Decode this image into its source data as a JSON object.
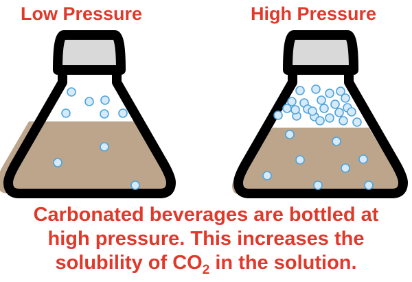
{
  "panels": [
    {
      "title": "Low Pressure"
    },
    {
      "title": "High Pressure"
    }
  ],
  "caption": {
    "line1": "Carbonated beverages are bottled at",
    "line2": "high pressure. This increases the",
    "line3_pre": "solubility of CO",
    "line3_sub": "2",
    "line3_post": " in the solution."
  },
  "colors": {
    "title_text": "#e0382a",
    "caption_text": "#e0382a",
    "liquid": "#bca58b",
    "cap": "#d9d9d9",
    "outline": "#000000",
    "bubble_fill": "#d6eaf9",
    "bubble_stroke": "#4da3dd"
  },
  "icons": {
    "flask": "conical-flask",
    "bubble": "co2-bubble"
  }
}
